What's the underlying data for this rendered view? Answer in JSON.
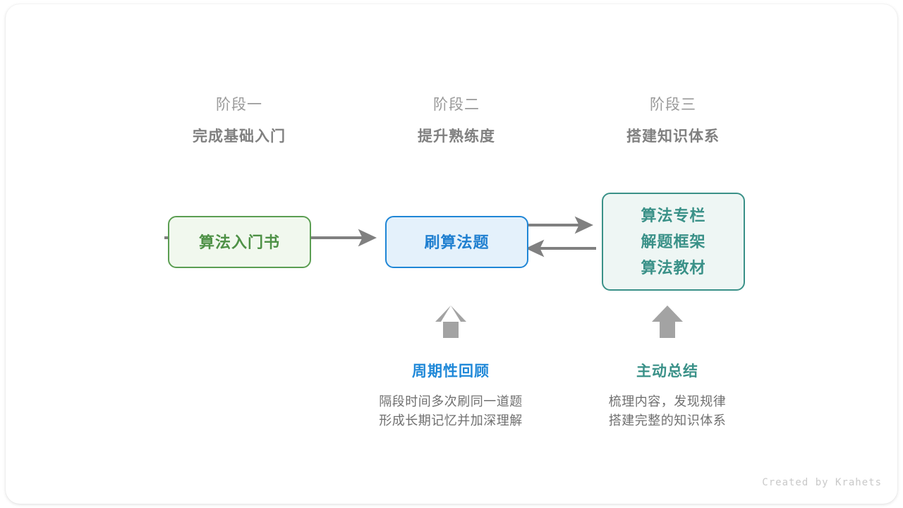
{
  "stages": [
    {
      "phase": "阶段一",
      "title": "完成基础入门"
    },
    {
      "phase": "阶段二",
      "title": "提升熟练度"
    },
    {
      "phase": "阶段三",
      "title": "搭建知识体系"
    }
  ],
  "nodes": {
    "book": {
      "label": "算法入门书",
      "color": "#4e9146",
      "border": "#5b9e52",
      "fill": "#f1f8ee"
    },
    "practice": {
      "label": "刷算法题",
      "color": "#1f7fd0",
      "border": "#1f86d6",
      "fill": "#e4f1fb"
    },
    "resources": {
      "lines": [
        "算法专栏",
        "解题框架",
        "算法教材"
      ],
      "color": "#3a9188",
      "border": "#3a9188",
      "fill": "#eef6f4"
    }
  },
  "annotations": [
    {
      "title": "周期性回顾",
      "color": "#1f88d8",
      "desc_line1": "隔段时间多次刷同一道题",
      "desc_line2": "形成长期记忆并加深理解"
    },
    {
      "title": "主动总结",
      "color": "#3a9188",
      "desc_line1": "梳理内容，发现规律",
      "desc_line2": "搭建完整的知识体系"
    }
  ],
  "arrows": {
    "color": "#808080",
    "up_arrow_color": "#a3a3a3"
  },
  "watermark": "Created by Krahets"
}
